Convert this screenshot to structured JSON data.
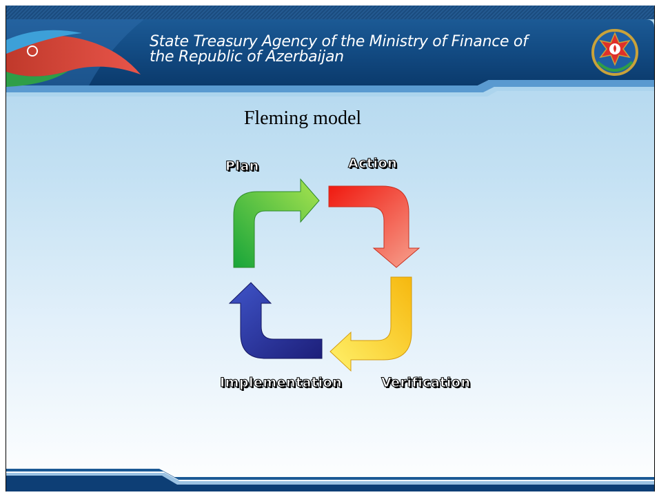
{
  "header": {
    "title_line1": "State Treasury Agency of the Ministry of Finance of",
    "title_line2": "the Republic of Azerbaijan",
    "emblem_icon": "azerbaijan-emblem-icon",
    "flag_icon": "azerbaijan-flag-icon"
  },
  "slide": {
    "title": "Fleming model"
  },
  "diagram": {
    "stages": [
      {
        "label": "Plan",
        "color": "#5cbf3a",
        "arrow_icon": "curved-arrow-right-icon"
      },
      {
        "label": "Action",
        "color": "#f04a36",
        "arrow_icon": "curved-arrow-down-icon"
      },
      {
        "label": "Verification",
        "color": "#f5c21a",
        "arrow_icon": "curved-arrow-left-icon"
      },
      {
        "label": "Implementation",
        "color": "#2a2f8f",
        "arrow_icon": "curved-arrow-up-icon"
      }
    ]
  },
  "colors": {
    "header_blue": "#0d3e75",
    "accent_blue": "#2a75b8",
    "background_light": "#c4e1f3"
  }
}
